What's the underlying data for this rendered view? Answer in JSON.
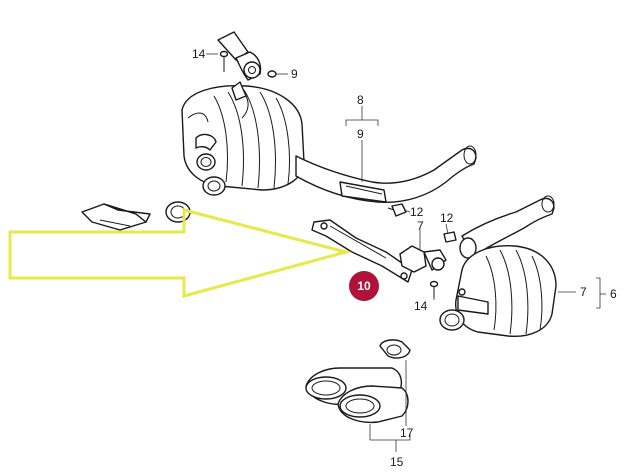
{
  "callouts": {
    "c14_top": "14",
    "c9_top": "9",
    "c8": "8",
    "c9_mid": "9",
    "c12_left": "12",
    "c12_right": "12",
    "c7_mid": "7",
    "c14_mid": "14",
    "c7_right": "7",
    "c6": "6",
    "c17": "17",
    "c15": "15",
    "c10": "10"
  },
  "colors": {
    "arrow": "#e8e84a",
    "badge": "#b0123a",
    "line": "#1a1a1a"
  }
}
